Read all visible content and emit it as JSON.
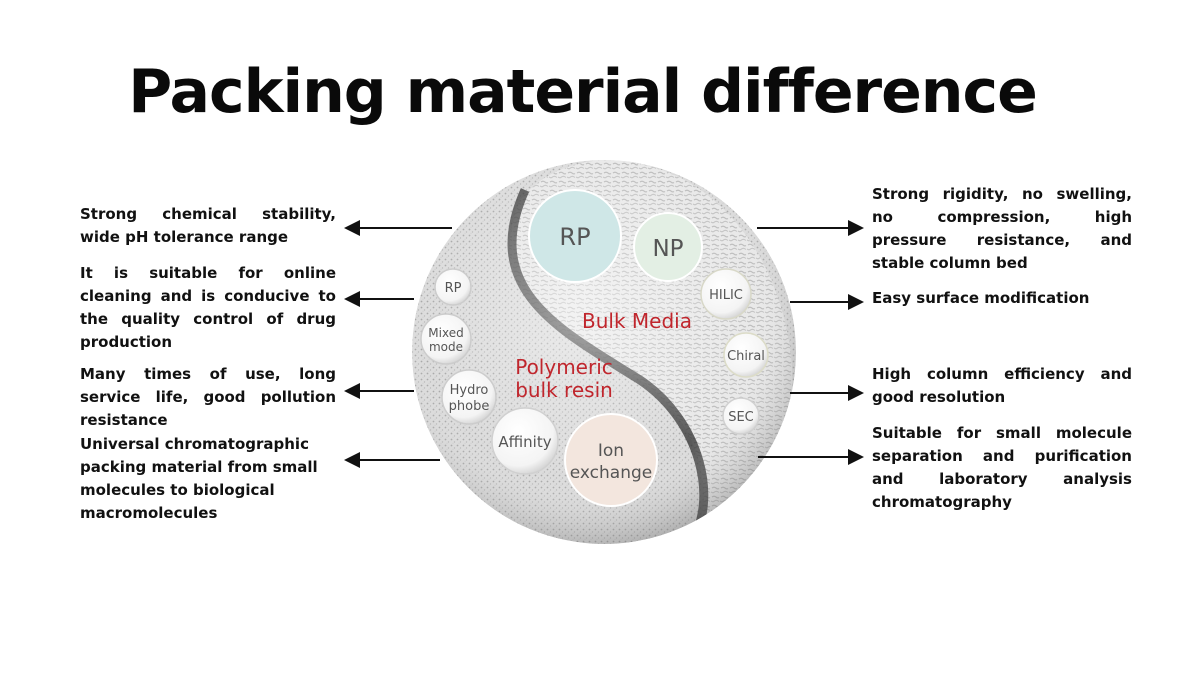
{
  "title": "Packing material difference",
  "left_descriptions": [
    "Strong chemical stability, wide pH tolerance range",
    "It is suitable for online cleaning and is conducive to the quality control of drug production",
    "Many times of use, long service life, good pollution resistance",
    "Universal chromatographic packing material from small molecules to biological macromolecules"
  ],
  "right_descriptions": [
    "Strong rigidity, no swelling, no compression, high pressure resistance, and stable column bed",
    "Easy surface modification",
    "High column efficiency and good resolution",
    "Suitable for small molecule separation and purification and laboratory analysis chromatography"
  ],
  "zones": {
    "polymeric": {
      "line1": "Polymeric",
      "line2": "bulk resin"
    },
    "bulk_media": "Bulk Media"
  },
  "bubbles": {
    "rp_large": "RP",
    "np": "NP",
    "hilic": "HILIC",
    "chiral": "Chiral",
    "sec": "SEC",
    "rp_small": "RP",
    "mixed_mode": {
      "line1": "Mixed",
      "line2": "mode"
    },
    "hydrophobe": {
      "line1": "Hydro",
      "line2": "phobe"
    },
    "affinity": "Affinity",
    "ion_exchange": {
      "line1": "Ion",
      "line2": "exchange"
    }
  },
  "colors": {
    "zone_label": "#c0262d",
    "rp_bubble": "#cfe7e7",
    "np_bubble": "#e3efe4",
    "ion_bubble": "#f3e6de",
    "arrow": "#111111"
  }
}
